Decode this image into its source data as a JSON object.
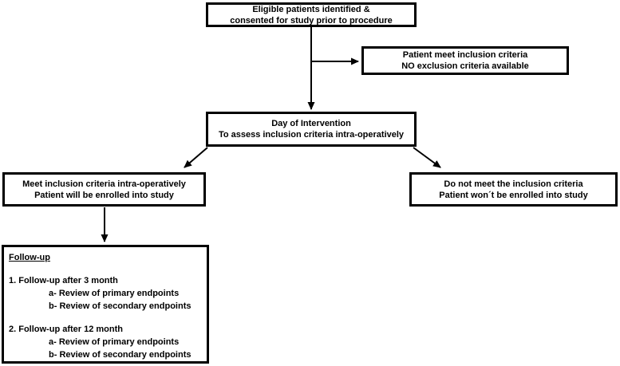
{
  "style": {
    "line_color": "#000000",
    "background_color": "#ffffff",
    "text_color": "#000000"
  },
  "diagram": {
    "eligible": {
      "line1": "Eligible patients identified &",
      "line2": "consented for study prior to procedure"
    },
    "inclusion": {
      "line1": "Patient meet inclusion criteria",
      "line2": "NO exclusion criteria available"
    },
    "intervention": {
      "line1": "Day of Intervention",
      "line2": "To assess inclusion criteria intra-operatively"
    },
    "enrolled": {
      "line1": "Meet inclusion criteria intra-operatively",
      "line2": "Patient will be enrolled into study"
    },
    "not_enrolled": {
      "line1": "Do not meet the inclusion criteria",
      "line2": "Patient won´t be enrolled into study"
    },
    "followup": {
      "title": "Follow-up",
      "item1": "1. Follow-up after 3 month",
      "item1a": "a- Review of primary endpoints",
      "item1b": "b- Review of secondary endpoints",
      "item2": "2. Follow-up after 12 month",
      "item2a": "a- Review of primary endpoints",
      "item2b": "b- Review of secondary endpoints"
    }
  }
}
